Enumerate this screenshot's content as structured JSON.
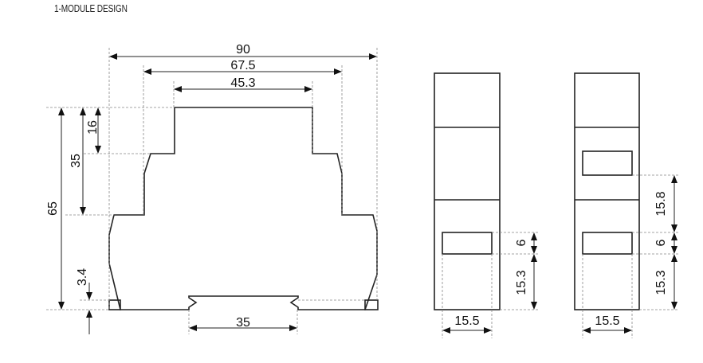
{
  "title": "1-MODULE DESIGN",
  "side_view": {
    "width_overall": "90",
    "width_middle": "67.5",
    "width_top": "45.3",
    "height_overall": "65",
    "height_step2": "35",
    "height_step1": "16",
    "foot_height": "3.4",
    "din_rail": "35"
  },
  "front_view_a": {
    "window_height": "6",
    "window_offset": "15.3",
    "window_width": "15.5"
  },
  "front_view_b": {
    "window_gap": "15.8",
    "window_height": "6",
    "window_offset": "15.3",
    "window_width": "15.5"
  }
}
